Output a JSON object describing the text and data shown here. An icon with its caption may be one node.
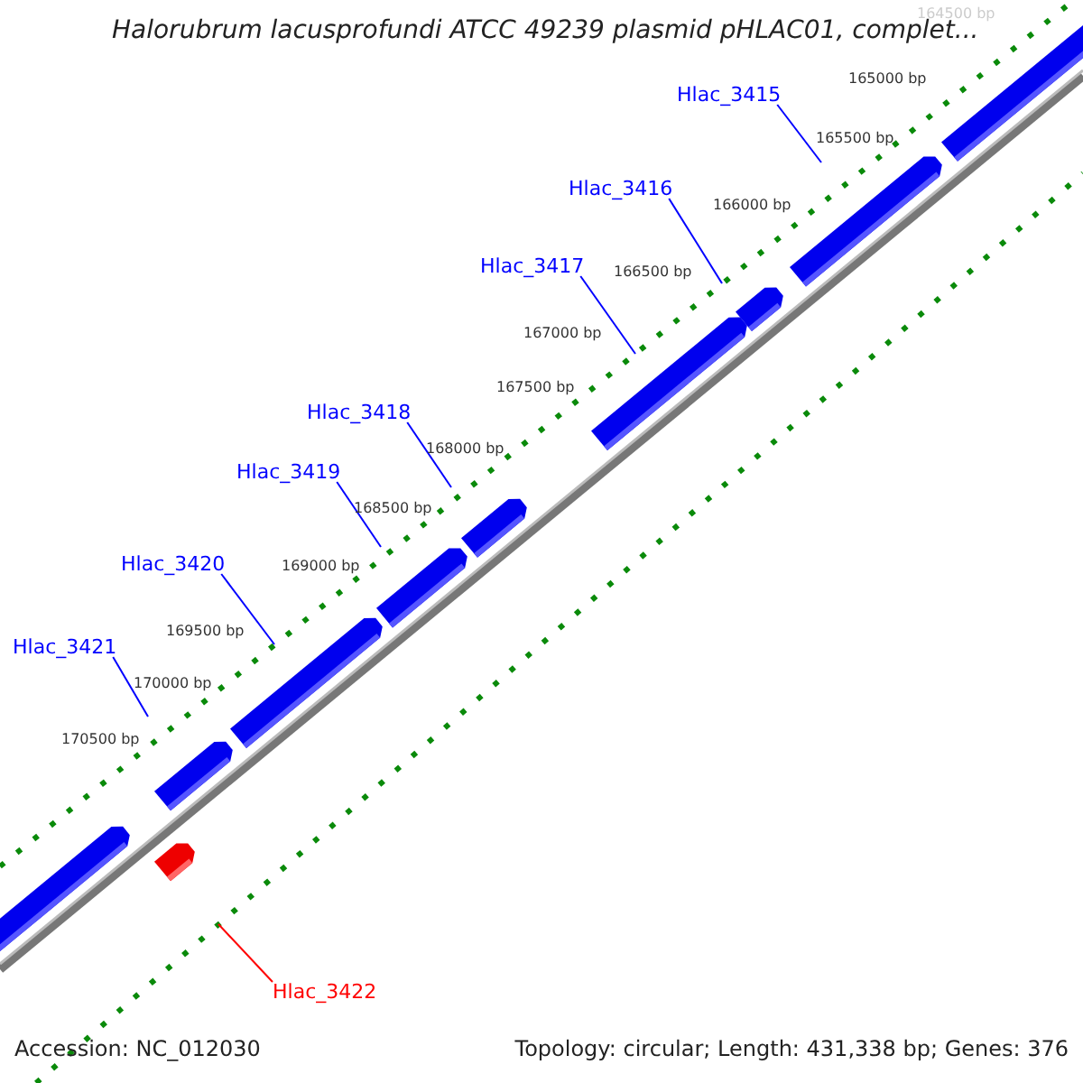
{
  "diagram": {
    "title": "Halorubrum lacusprofundi ATCC 49239 plasmid pHLAC01, complet...",
    "nodes": [
      {
        "text": [
          "Hlac_3415"
        ]
      },
      {
        "text": [
          "Hlac_3416"
        ]
      },
      {
        "text": [
          "Hlac_3417"
        ]
      },
      {
        "text": [
          "Hlac_3418"
        ]
      },
      {
        "text": [
          "Hlac_3419"
        ]
      },
      {
        "text": [
          "Hlac_3420"
        ]
      },
      {
        "text": [
          "Hlac_3421"
        ]
      },
      {
        "text": [
          "Hlac_3422"
        ]
      }
    ],
    "edges": [
      {
        "from": 0,
        "to": null,
        "arrow": "none"
      },
      {
        "from": 1,
        "to": null,
        "arrow": "none"
      },
      {
        "from": 2,
        "to": null,
        "arrow": "none"
      },
      {
        "from": 3,
        "to": null,
        "arrow": "none"
      },
      {
        "from": 4,
        "to": null,
        "arrow": "none"
      },
      {
        "from": 5,
        "to": null,
        "arrow": "none"
      },
      {
        "from": 6,
        "to": null,
        "arrow": "none"
      },
      {
        "from": 7,
        "to": null,
        "arrow": "none",
        "color": "#ff0000"
      }
    ],
    "labels": [
      "164500 bp",
      "165000 bp",
      "165500 bp",
      "166000 bp",
      "166500 bp",
      "167000 bp",
      "167500 bp",
      "168000 bp",
      "168500 bp",
      "169000 bp",
      "169500 bp",
      "170000 bp",
      "170500 bp",
      "Accession: NC_012030",
      "Topology: circular; Length: 431,338 bp; Genes: 376"
    ]
  }
}
